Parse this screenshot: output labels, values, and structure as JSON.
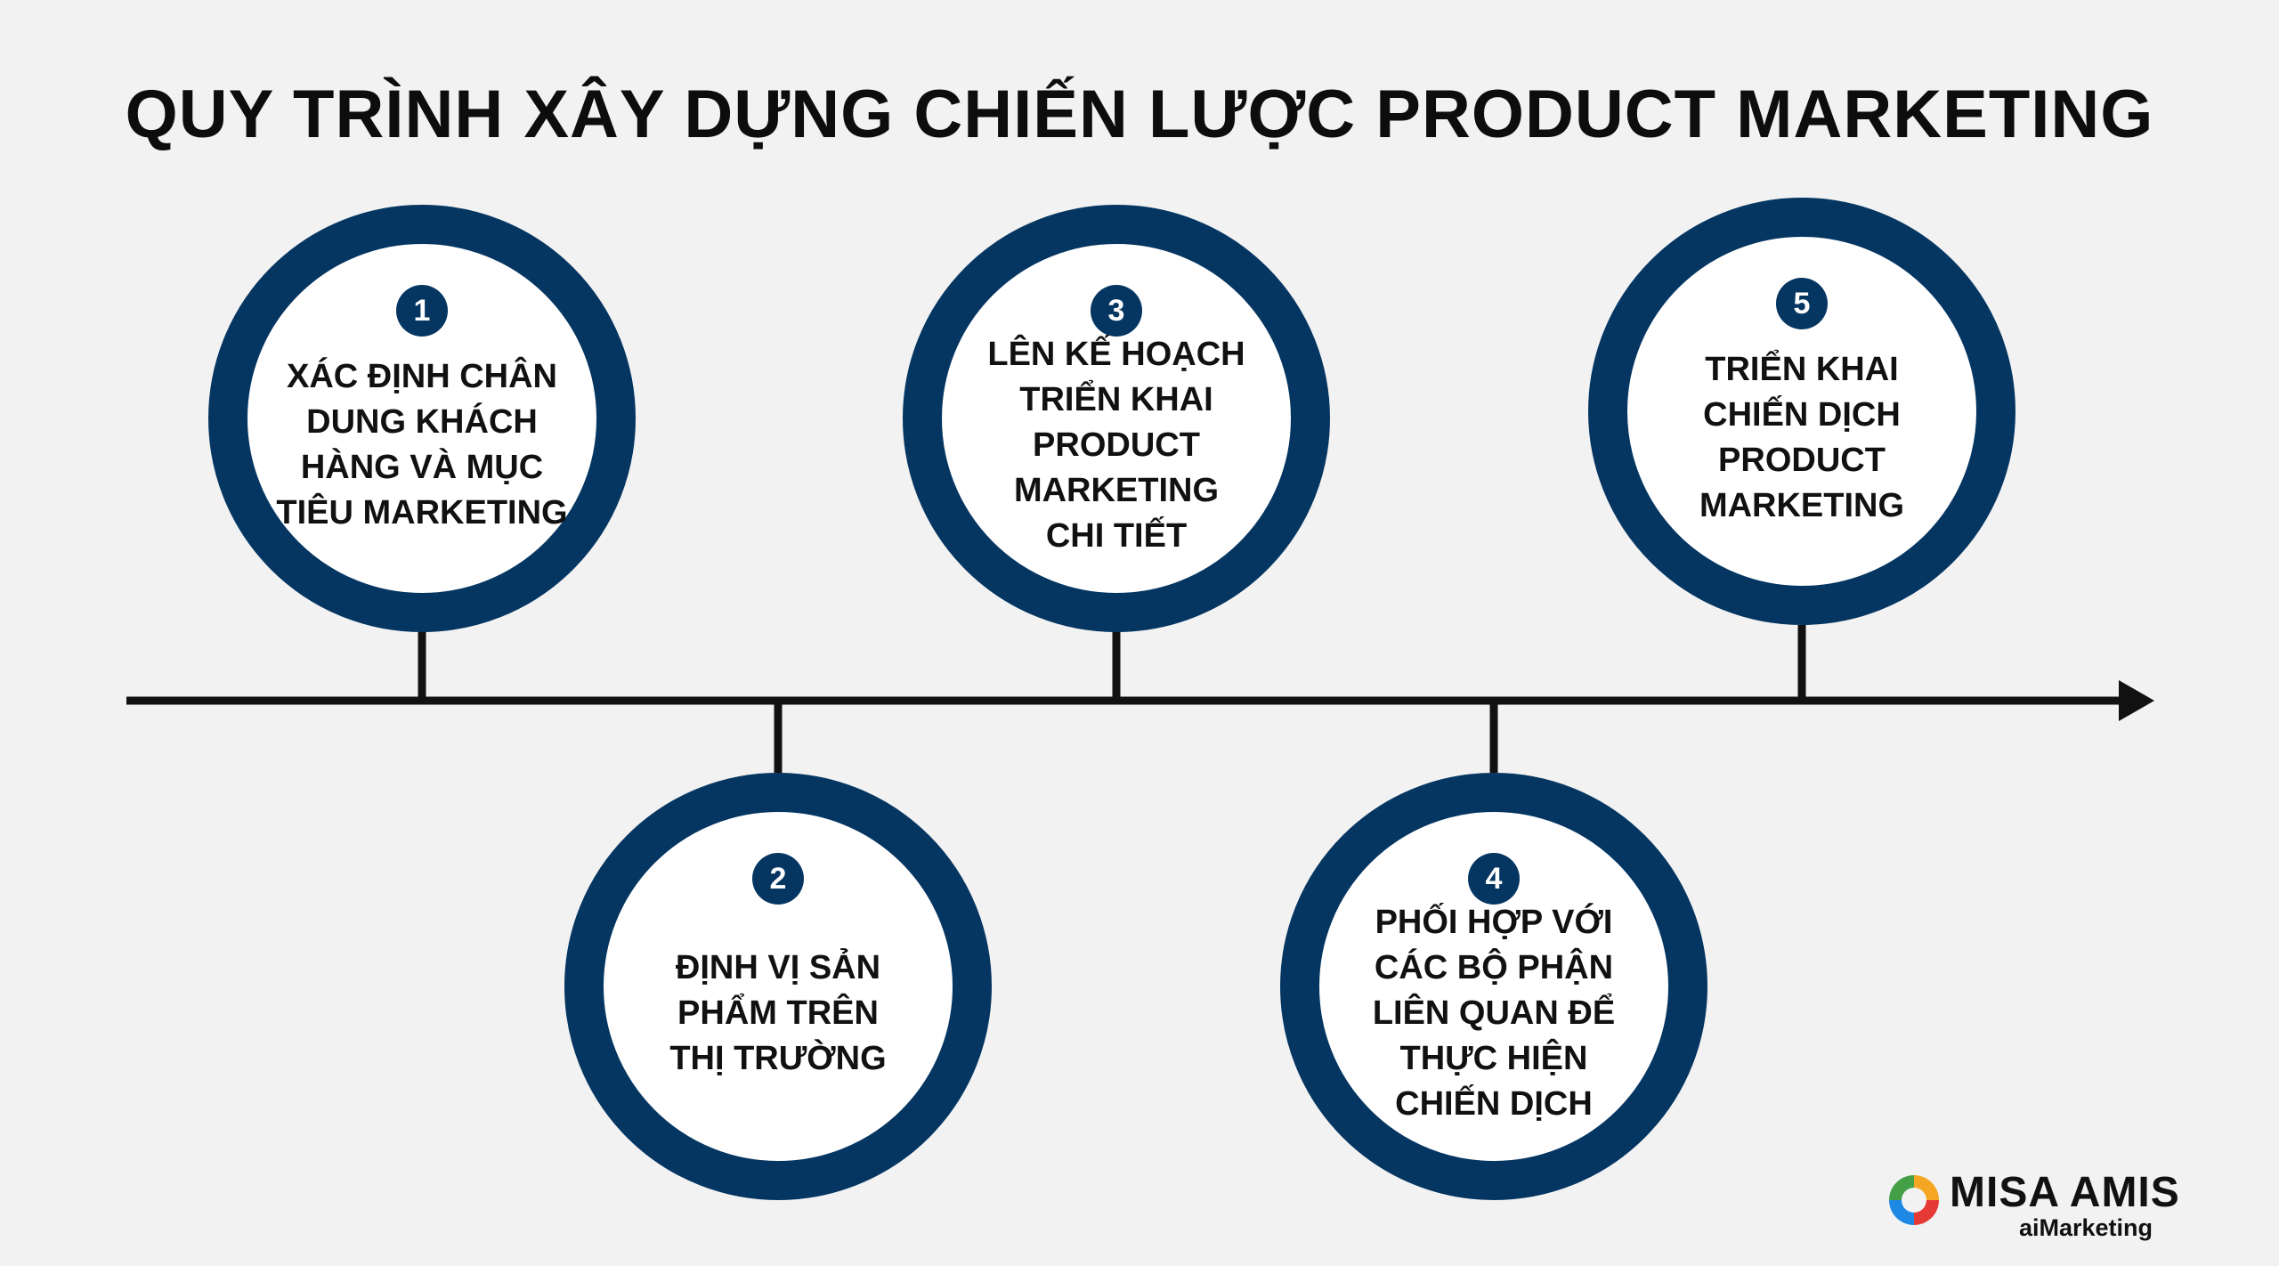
{
  "title": "QUY TRÌNH XÂY DỰNG CHIẾN LƯỢC PRODUCT MARKETING",
  "steps": [
    {
      "number": "1",
      "label": "XÁC ĐỊNH CHÂN\nDUNG KHÁCH\nHÀNG VÀ MỤC\nTIÊU MARKETING",
      "position": "above"
    },
    {
      "number": "2",
      "label": "ĐỊNH VỊ SẢN\nPHẨM TRÊN\nTHỊ TRƯỜNG",
      "position": "below"
    },
    {
      "number": "3",
      "label": "LÊN KẾ HOẠCH\nTRIỂN KHAI\nPRODUCT\nMARKETING\nCHI TIẾT",
      "position": "above"
    },
    {
      "number": "4",
      "label": "PHỐI HỢP VỚI\nCÁC BỘ PHẬN\nLIÊN QUAN ĐỂ\nTHỰC HIỆN\nCHIẾN DỊCH",
      "position": "below"
    },
    {
      "number": "5",
      "label": "TRIỂN KHAI\nCHIẾN DỊCH\nPRODUCT\nMARKETING",
      "position": "above"
    }
  ],
  "logo": {
    "brand": "MISA AMIS",
    "product": "aiMarketing"
  },
  "colors": {
    "ring": "#053662",
    "line": "#111111",
    "background": "#f2f2f2"
  }
}
